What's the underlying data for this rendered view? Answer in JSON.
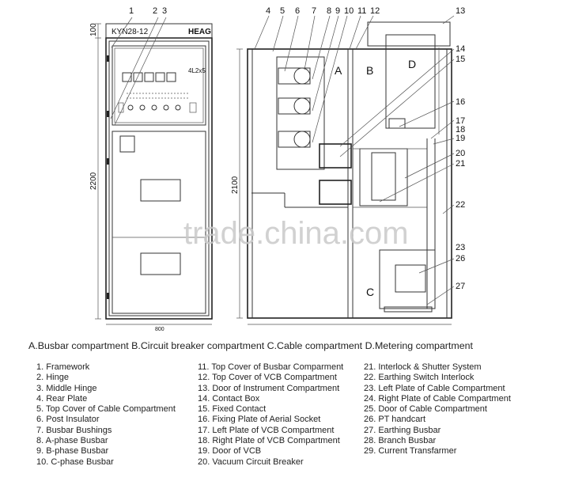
{
  "front_view": {
    "model_label": "KYN28-12",
    "brand": "HEAG",
    "panel_text": "4L2x5",
    "dim_top": "100",
    "dim_height": "2200",
    "dim_width": "800"
  },
  "side_view": {
    "dim_height": "2100",
    "compartment_labels": [
      "A",
      "B",
      "C",
      "D"
    ]
  },
  "callouts": [
    "1",
    "2",
    "3",
    "4",
    "5",
    "6",
    "7",
    "8",
    "9",
    "10",
    "11",
    "12",
    "13",
    "14",
    "15",
    "16",
    "17",
    "18",
    "19",
    "20",
    "21",
    "22",
    "23",
    "26",
    "27"
  ],
  "watermark": "trade.china.com",
  "compartments_line": "A.Busbar compartment  B.Circuit breaker compartment  C.Cable compartment  D.Metering compartment",
  "legend": {
    "col1": [
      "1. Framework",
      "2. Hinge",
      "3. Middle Hinge",
      "4. Rear Plate",
      "5. Top Cover of Cable Compartment",
      "6. Post Insulator",
      "7. Busbar Bushings",
      "8. A-phase Busbar",
      "9. B-phase Busbar",
      "10. C-phase Busbar"
    ],
    "col2": [
      "11. Top Cover of Busbar Comparment",
      "12. Top Cover of VCB Compartment",
      "13. Door of Instrument Compartment",
      "14. Contact Box",
      "15. Fixed Contact",
      "16. Fixing Plate of Aerial Socket",
      "17. Left Plate of VCB Compartment",
      "18. Right Plate of VCB Compartment",
      "19. Door of VCB",
      "20. Vacuum Circuit Breaker"
    ],
    "col3": [
      "21. Interlock & Shutter System",
      "22. Earthing Switch Interlock",
      "23. Left Plate of Cable Compartment",
      "24. Right Plate of Cable Compartment",
      "25. Door of Cable Compartment",
      "26. PT handcart",
      "27. Earthing Busbar",
      "28. Branch Busbar",
      "29. Current Transfarmer"
    ]
  }
}
